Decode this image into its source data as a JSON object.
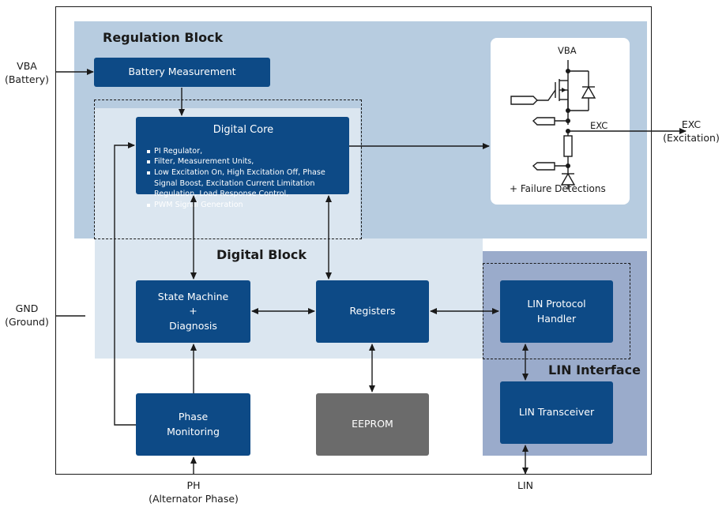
{
  "regions": {
    "regulation": "Regulation Block",
    "digital": "Digital Block",
    "lin_interface": "LIN Interface"
  },
  "blocks": {
    "battery_measurement": "Battery Measurement",
    "digital_core": {
      "title": "Digital Core",
      "items": [
        "PI Regulator,",
        "Filter, Measurement Units,",
        "Low Excitation On, High Excitation Off, Phase Signal Boost, Excitation Current Limitation Regulation, Load Response Control,",
        "PWM Signal Generation"
      ]
    },
    "state_machine": [
      "State Machine",
      "+",
      "Diagnosis"
    ],
    "registers": "Registers",
    "lin_protocol": [
      "LIN Protocol",
      "Handler"
    ],
    "phase_monitoring": [
      "Phase",
      "Monitoring"
    ],
    "eeprom": "EEPROM",
    "lin_transceiver": "LIN Transceiver"
  },
  "circuit": {
    "vba": "VBA",
    "exc": "EXC",
    "failure": "+ Failure Detections"
  },
  "external": {
    "vba": [
      "VBA",
      "(Battery)"
    ],
    "gnd": [
      "GND",
      "(Ground)"
    ],
    "exc": [
      "EXC",
      "(Excitation)"
    ],
    "ph": [
      "PH",
      "(Alternator Phase)"
    ],
    "lin": "LIN"
  }
}
